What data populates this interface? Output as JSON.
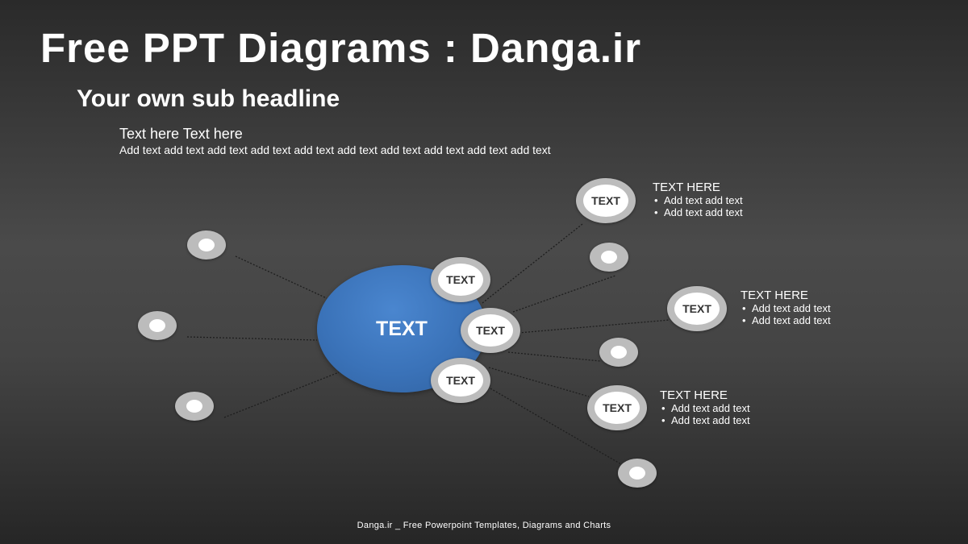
{
  "header": {
    "title": "Free PPT Diagrams : Danga.ir",
    "subtitle": "Your own sub headline"
  },
  "intro": {
    "title": "Text here Text here",
    "text": "Add text add text add text add text add text add text add text add text add text add text"
  },
  "diagram": {
    "center_label": "TEXT",
    "hub_nodes": [
      "TEXT",
      "TEXT",
      "TEXT"
    ],
    "outer_nodes": [
      "TEXT",
      "TEXT",
      "TEXT"
    ],
    "callouts": [
      {
        "title": "TEXT HERE",
        "bullets": [
          "Add text add text",
          "Add text add text"
        ]
      },
      {
        "title": "TEXT HERE",
        "bullets": [
          "Add text add text",
          "Add text add text"
        ]
      },
      {
        "title": "TEXT HERE",
        "bullets": [
          "Add text add text",
          "Add text add text"
        ]
      }
    ],
    "colors": {
      "center": "#3a72b8",
      "ring": "#bcbcbc",
      "node_fill": "#ffffff",
      "line": "#1e1e1e"
    }
  },
  "footer": {
    "text": "Danga.ir _ Free Powerpoint Templates, Diagrams and Charts"
  }
}
